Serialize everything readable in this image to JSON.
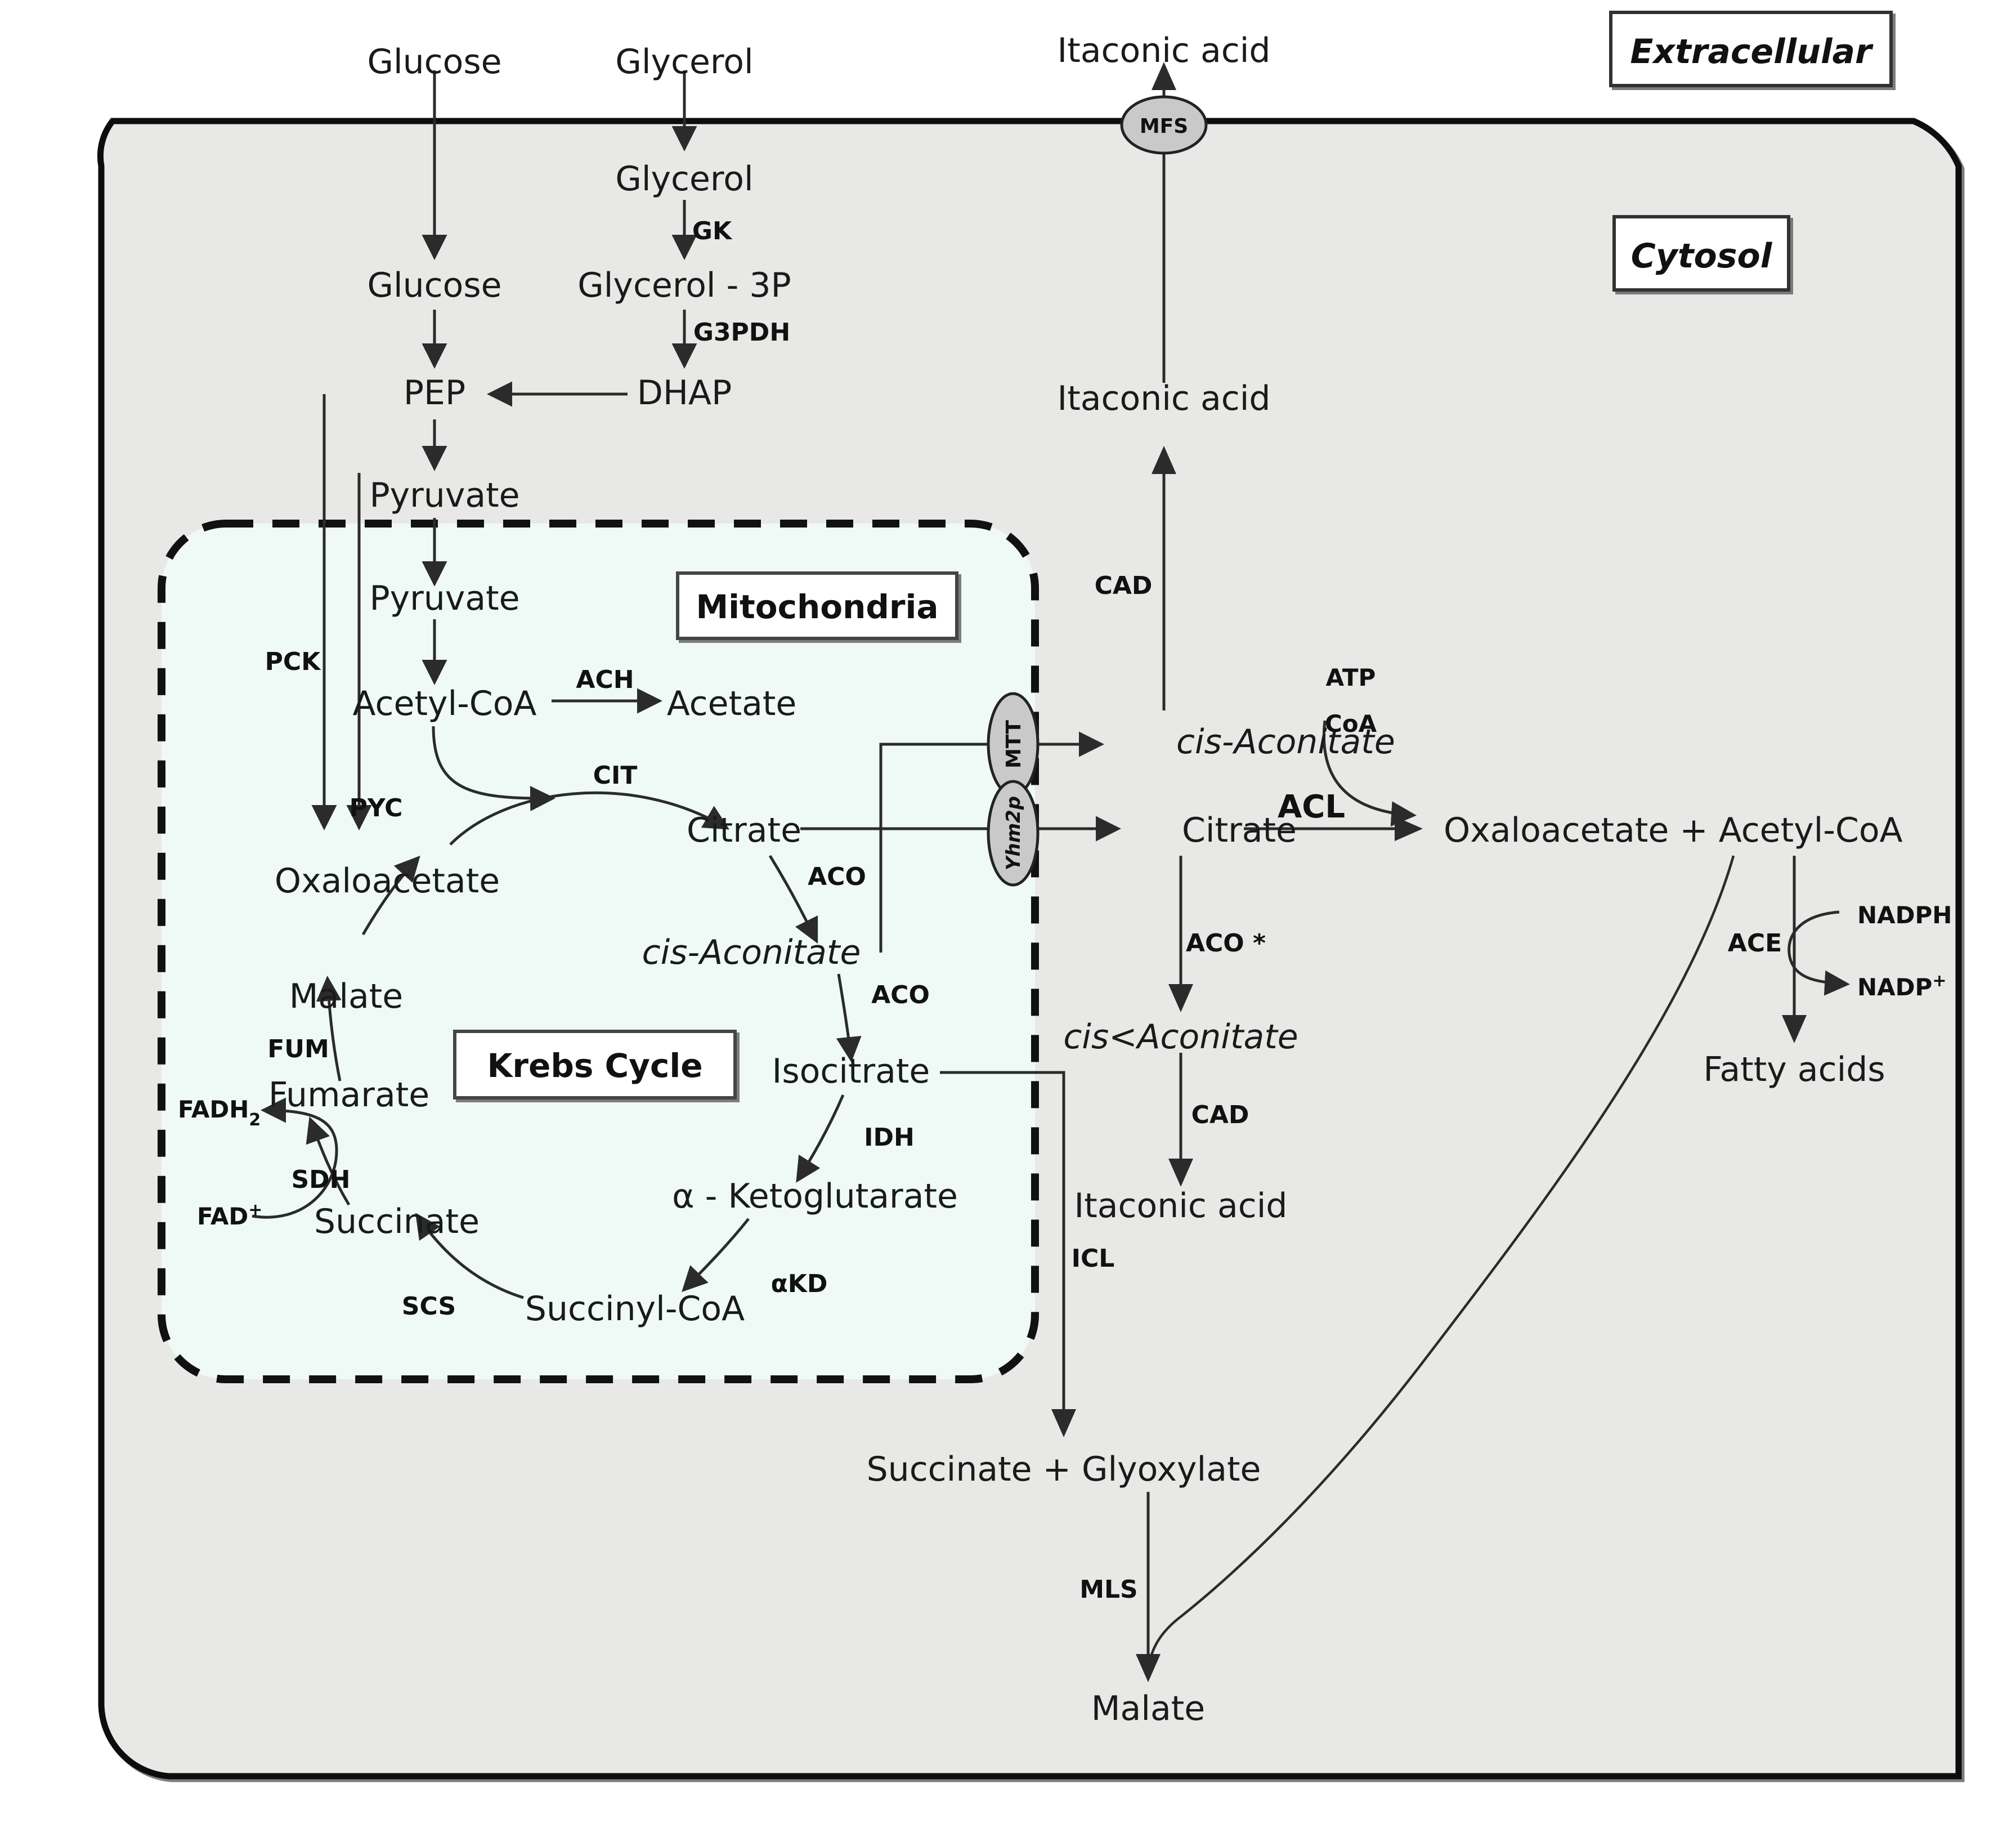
{
  "diagram": {
    "title": "Itaconic acid biosynthesis pathway",
    "compartments": {
      "extracellular_label": "Extracellular",
      "cytosol_label": "Cytosol",
      "mitochondria_label": "Mitochondria",
      "krebs_label": "Krebs Cycle"
    },
    "colors": {
      "cytosol_fill": "#e8e8e6",
      "mitochondria_fill": "#effaf7",
      "membrane_stroke": "#111111",
      "transporter_fill": "#c9c9c9",
      "text": "#1a1a1a"
    }
  },
  "metabolites": {
    "glucose_out": "Glucose",
    "glycerol_out": "Glycerol",
    "itaconic_out": "Itaconic acid",
    "glucose_in": "Glucose",
    "glycerol_in": "Glycerol",
    "glycerol3p": "Glycerol - 3P",
    "dhap": "DHAP",
    "pep": "PEP",
    "pyruvate_cyt": "Pyruvate",
    "itaconic_cyt_top": "Itaconic acid",
    "pyruvate_mito": "Pyruvate",
    "acetyl_coa_mito": "Acetyl-CoA",
    "acetate": "Acetate",
    "oxaloacetate_mito": "Oxaloacetate",
    "citrate_mito": "Citrate",
    "cis_aconitate_mito": "cis-Aconitate",
    "isocitrate": "Isocitrate",
    "alpha_ketoglutarate": "α - Ketoglutarate",
    "succinyl_coa": "Succinyl-CoA",
    "succinate": "Succinate",
    "fumarate": "Fumarate",
    "malate_mito": "Malate",
    "cis_aconitate_cyt": "cis-Aconitate",
    "citrate_cyt": "Citrate",
    "cis_aconitate_cyt2": "cis<Aconitate",
    "itaconic_cyt_bottom": "Itaconic acid",
    "oaa_acetylcoa_cyt": "Oxaloacetate + Acetyl-CoA",
    "fatty_acids": "Fatty acids",
    "succinate_glyoxylate": "Succinate + Glyoxylate",
    "malate_cyt": "Malate"
  },
  "enzymes": {
    "gk": "GK",
    "g3pdh": "G3PDH",
    "pck": "PCK",
    "pyc": "PYC",
    "ach": "ACH",
    "cit": "CIT",
    "aco1": "ACO",
    "aco2": "ACO",
    "idh": "IDH",
    "akd": "αKD",
    "scs": "SCS",
    "sdh": "SDH",
    "fum": "FUM",
    "cad_top": "CAD",
    "cad_bottom": "CAD",
    "aco_star": "ACO *",
    "acl": "ACL",
    "ace": "ACE",
    "icl": "ICL",
    "mls": "MLS"
  },
  "cofactors": {
    "atp": "ATP",
    "coa": "CoA",
    "nadph": "NADPH",
    "nadp_base": "NADP",
    "nadp_sup": "+",
    "fadh2_base": "FADH",
    "fadh2_sub": "2",
    "fad_base": "FAD",
    "fad_sup": "+"
  },
  "transporters": {
    "mfs": "MFS",
    "mtt": "MTT",
    "yhm2p": "Yhm2p"
  }
}
